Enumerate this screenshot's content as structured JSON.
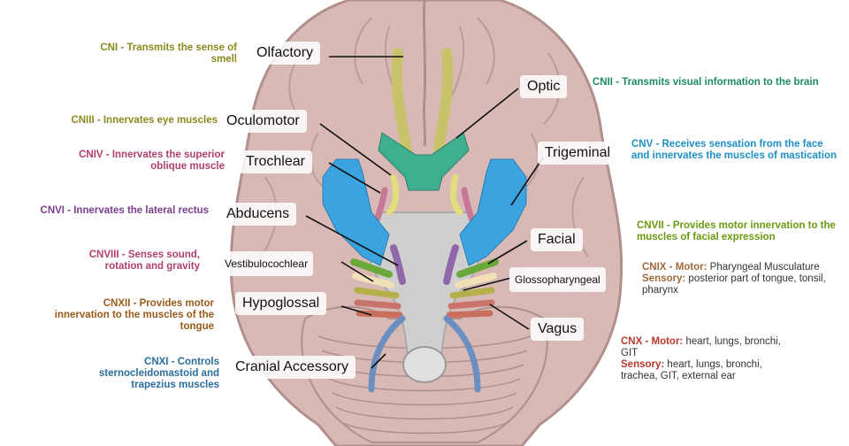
{
  "colors": {
    "cortex": "#d9b9b6",
    "cortex_dark": "#b08f8c",
    "brainstem": "#cfcfcf",
    "olfactory": "#c8c26a",
    "optic": "#3fb08f",
    "oculomotor": "#e2dd7d",
    "trochlear": "#c77896",
    "trigeminal": "#3ba3df",
    "abducens": "#8e68a8",
    "facial": "#6aa83a",
    "vestibulocochlear": "#f1e0b8",
    "glossopharyngeal": "#b6b04b",
    "vagus": "#c9746a",
    "hypoglossal": "#c86f5e",
    "accessory": "#6c8fc1",
    "desc_olive": "#8a8a1e",
    "desc_green": "#1e8a6a",
    "desc_blue": "#1f8fc6",
    "desc_purple": "#7b3f8e",
    "desc_pink": "#b0406f",
    "desc_lime": "#6b9a10",
    "desc_brown": "#9a5a1a",
    "desc_navy": "#2a6e9e",
    "desc_red": "#b83a2a"
  },
  "nerve_labels": {
    "olfactory": "Olfactory",
    "optic": "Optic",
    "oculomotor": "Oculomotor",
    "trochlear": "Trochlear",
    "trigeminal": "Trigeminal",
    "abducens": "Abducens",
    "facial": "Facial",
    "vestibulocochlear": "Vestibulocochlear",
    "glossopharyngeal": "Glossopharyngeal",
    "hypoglossal": "Hypoglossal",
    "vagus": "Vagus",
    "accessory": "Cranial Accessory"
  },
  "descriptions": {
    "cn1": "CNI - Transmits the sense of smell",
    "cn2": "CNII - Transmits visual information to the brain",
    "cn3": "CNIII - Innervates eye muscles",
    "cn4": "CNIV - Innervates the superior oblique muscle",
    "cn5": "CNV - Receives sensation from the face and innervates the muscles of mastication",
    "cn6": "CNVI - Innervates the lateral rectus",
    "cn7": "CNVII - Provides motor innervation to the muscles of facial expression",
    "cn8": "CNVIII - Senses sound, rotation and gravity",
    "cn9_head": "CNIX - Motor:",
    "cn9_motor": "Pharyngeal Musculature",
    "cn9_sensory_head": "Sensory:",
    "cn9_sensory": "posterior part of tongue, tonsil, pharynx",
    "cn10_head": "CNX - Motor:",
    "cn10_motor": "heart, lungs, bronchi, GIT",
    "cn10_sensory_head": "Sensory:",
    "cn10_sensory": "heart, lungs, bronchi, trachea, GIT, external ear",
    "cn11": "CNXI - Controls sternocleidomastoid and trapezius muscles",
    "cn12": "CNXII - Provides motor innervation to the muscles of the tongue"
  }
}
